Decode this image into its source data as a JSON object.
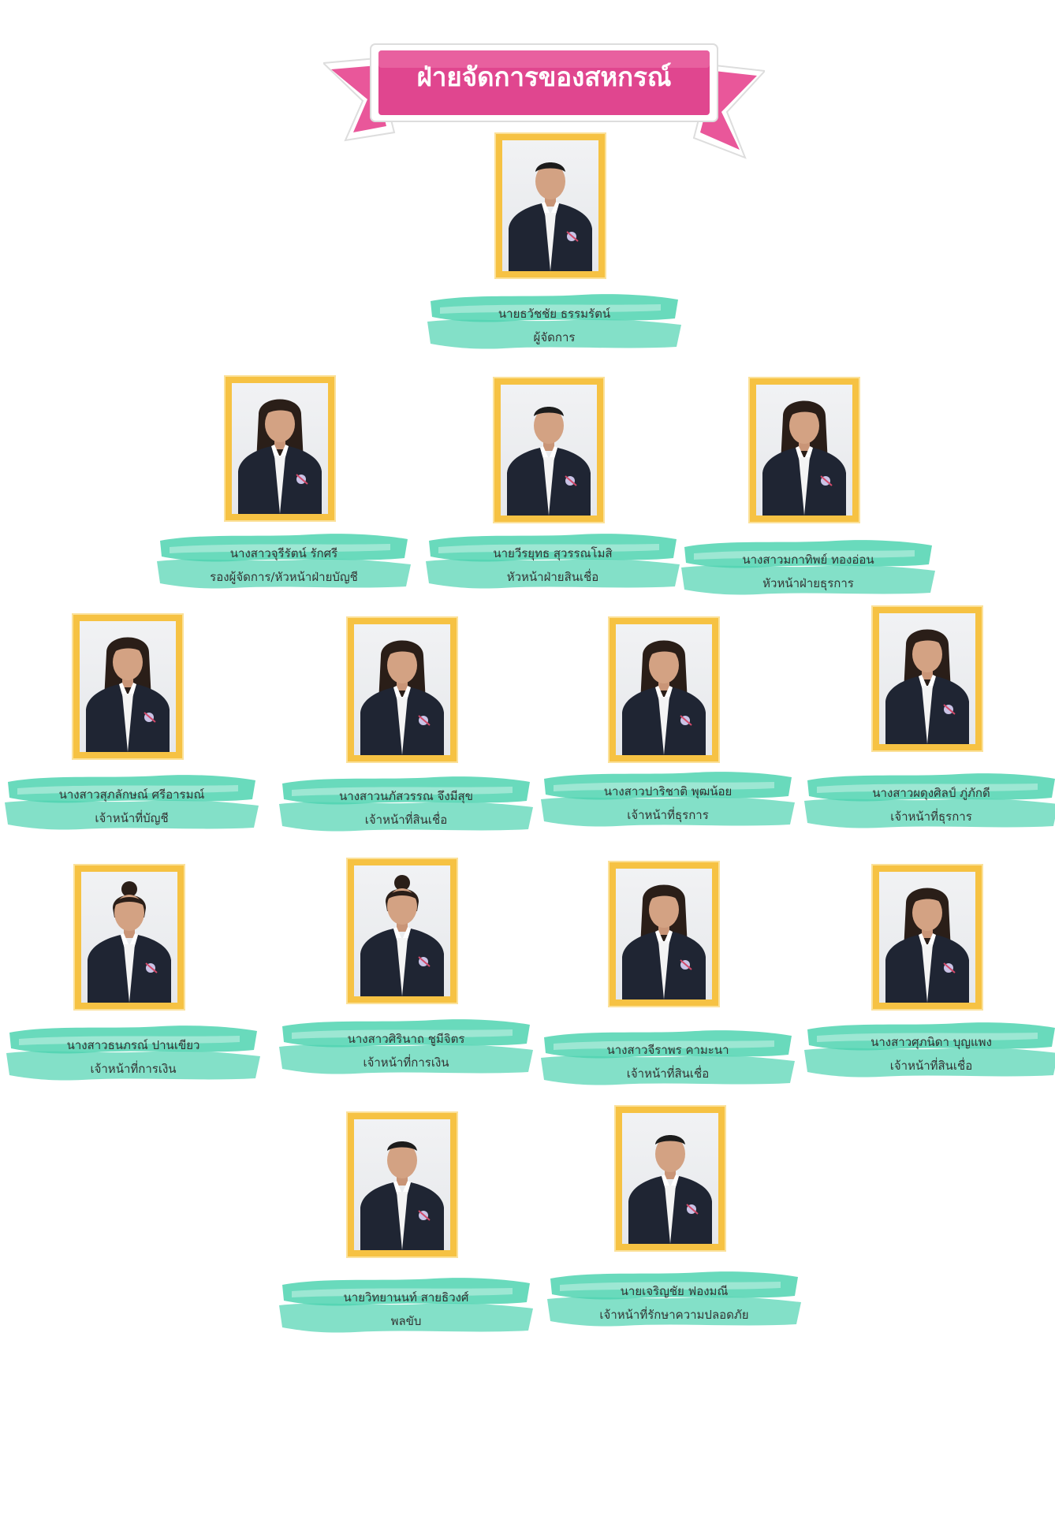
{
  "banner": {
    "title": "ฝ่ายจัดการของสหกรณ์"
  },
  "colors": {
    "banner_pink": "#e0468f",
    "frame_gold": "#f6c243",
    "label_mint": "#4fd3b0",
    "suit": "#1f2533"
  },
  "staff": [
    {
      "name": "นายธวัชชัย  ธรรมรัตน์",
      "role": "ผู้จัดการ",
      "hair": "short"
    },
    {
      "name": "นางสาวจุรีรัตน์  รักศรี",
      "role": "รองผู้จัดการ/หัวหน้าฝ่ายบัญชี",
      "hair": "long"
    },
    {
      "name": "นายวีรยุทธ  สุวรรณโมสิ",
      "role": "หัวหน้าฝ่ายสินเชื่อ",
      "hair": "short"
    },
    {
      "name": "นางสาวมกาทิพย์  ทองอ่อน",
      "role": "หัวหน้าฝ่ายธุรการ",
      "hair": "long"
    },
    {
      "name": "นางสาวสุภลักษณ์  ศรีอารมณ์",
      "role": "เจ้าหน้าที่บัญชี",
      "hair": "long"
    },
    {
      "name": "นางสาวนภัสวรรณ  จึงมีสุข",
      "role": "เจ้าหน้าที่สินเชื่อ",
      "hair": "long"
    },
    {
      "name": "นางสาวปาริชาติ  พุฒน้อย",
      "role": "เจ้าหน้าที่ธุรการ",
      "hair": "long"
    },
    {
      "name": "นางสาวผดุงศิลป์  ภู่ภักดี",
      "role": "เจ้าหน้าที่ธุรการ",
      "hair": "long"
    },
    {
      "name": "นางสาวธนภรณ์  ปานเขียว",
      "role": "เจ้าหน้าที่การเงิน",
      "hair": "bun"
    },
    {
      "name": "นางสาวศิรินาถ  ชูมีจิตร",
      "role": "เจ้าหน้าที่การเงิน",
      "hair": "bun"
    },
    {
      "name": "นางสาวจีราพร  คามะนา",
      "role": "เจ้าหน้าที่สินเชื่อ",
      "hair": "long"
    },
    {
      "name": "นางสาวศุภนิดา  บุญแพง",
      "role": "เจ้าหน้าที่สินเชื่อ",
      "hair": "long"
    },
    {
      "name": "นายวิทยานนท์  สายธิวงศ์",
      "role": "พลขับ",
      "hair": "short"
    },
    {
      "name": "นายเจริญชัย  ฟองมณี",
      "role": "เจ้าหน้าที่รักษาความปลอดภัย",
      "hair": "short"
    }
  ]
}
